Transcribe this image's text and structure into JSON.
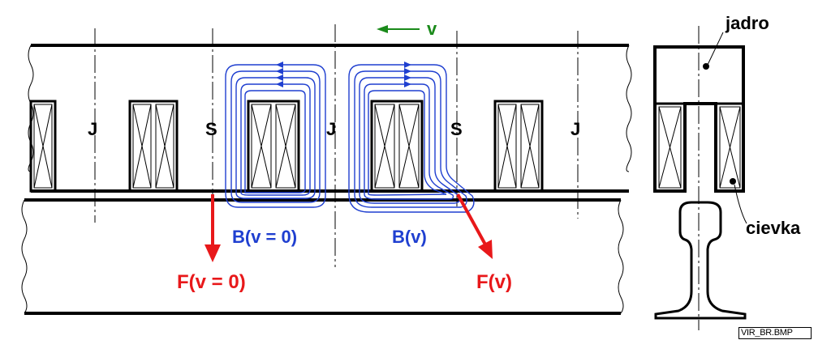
{
  "labels": {
    "pole_j": "J",
    "pole_s": "S",
    "field_static": "B(v = 0)",
    "field_moving": "B(v)",
    "force_static": "F(v = 0)",
    "force_moving": "F(v)",
    "velocity": "v",
    "core": "jadro",
    "coil": "cievka",
    "file_stamp": "VIR_BR.BMP"
  },
  "colors": {
    "field": "#1f3fd0",
    "force": "#e8181a",
    "velocity": "#1a8a1a",
    "outline": "#000000"
  }
}
